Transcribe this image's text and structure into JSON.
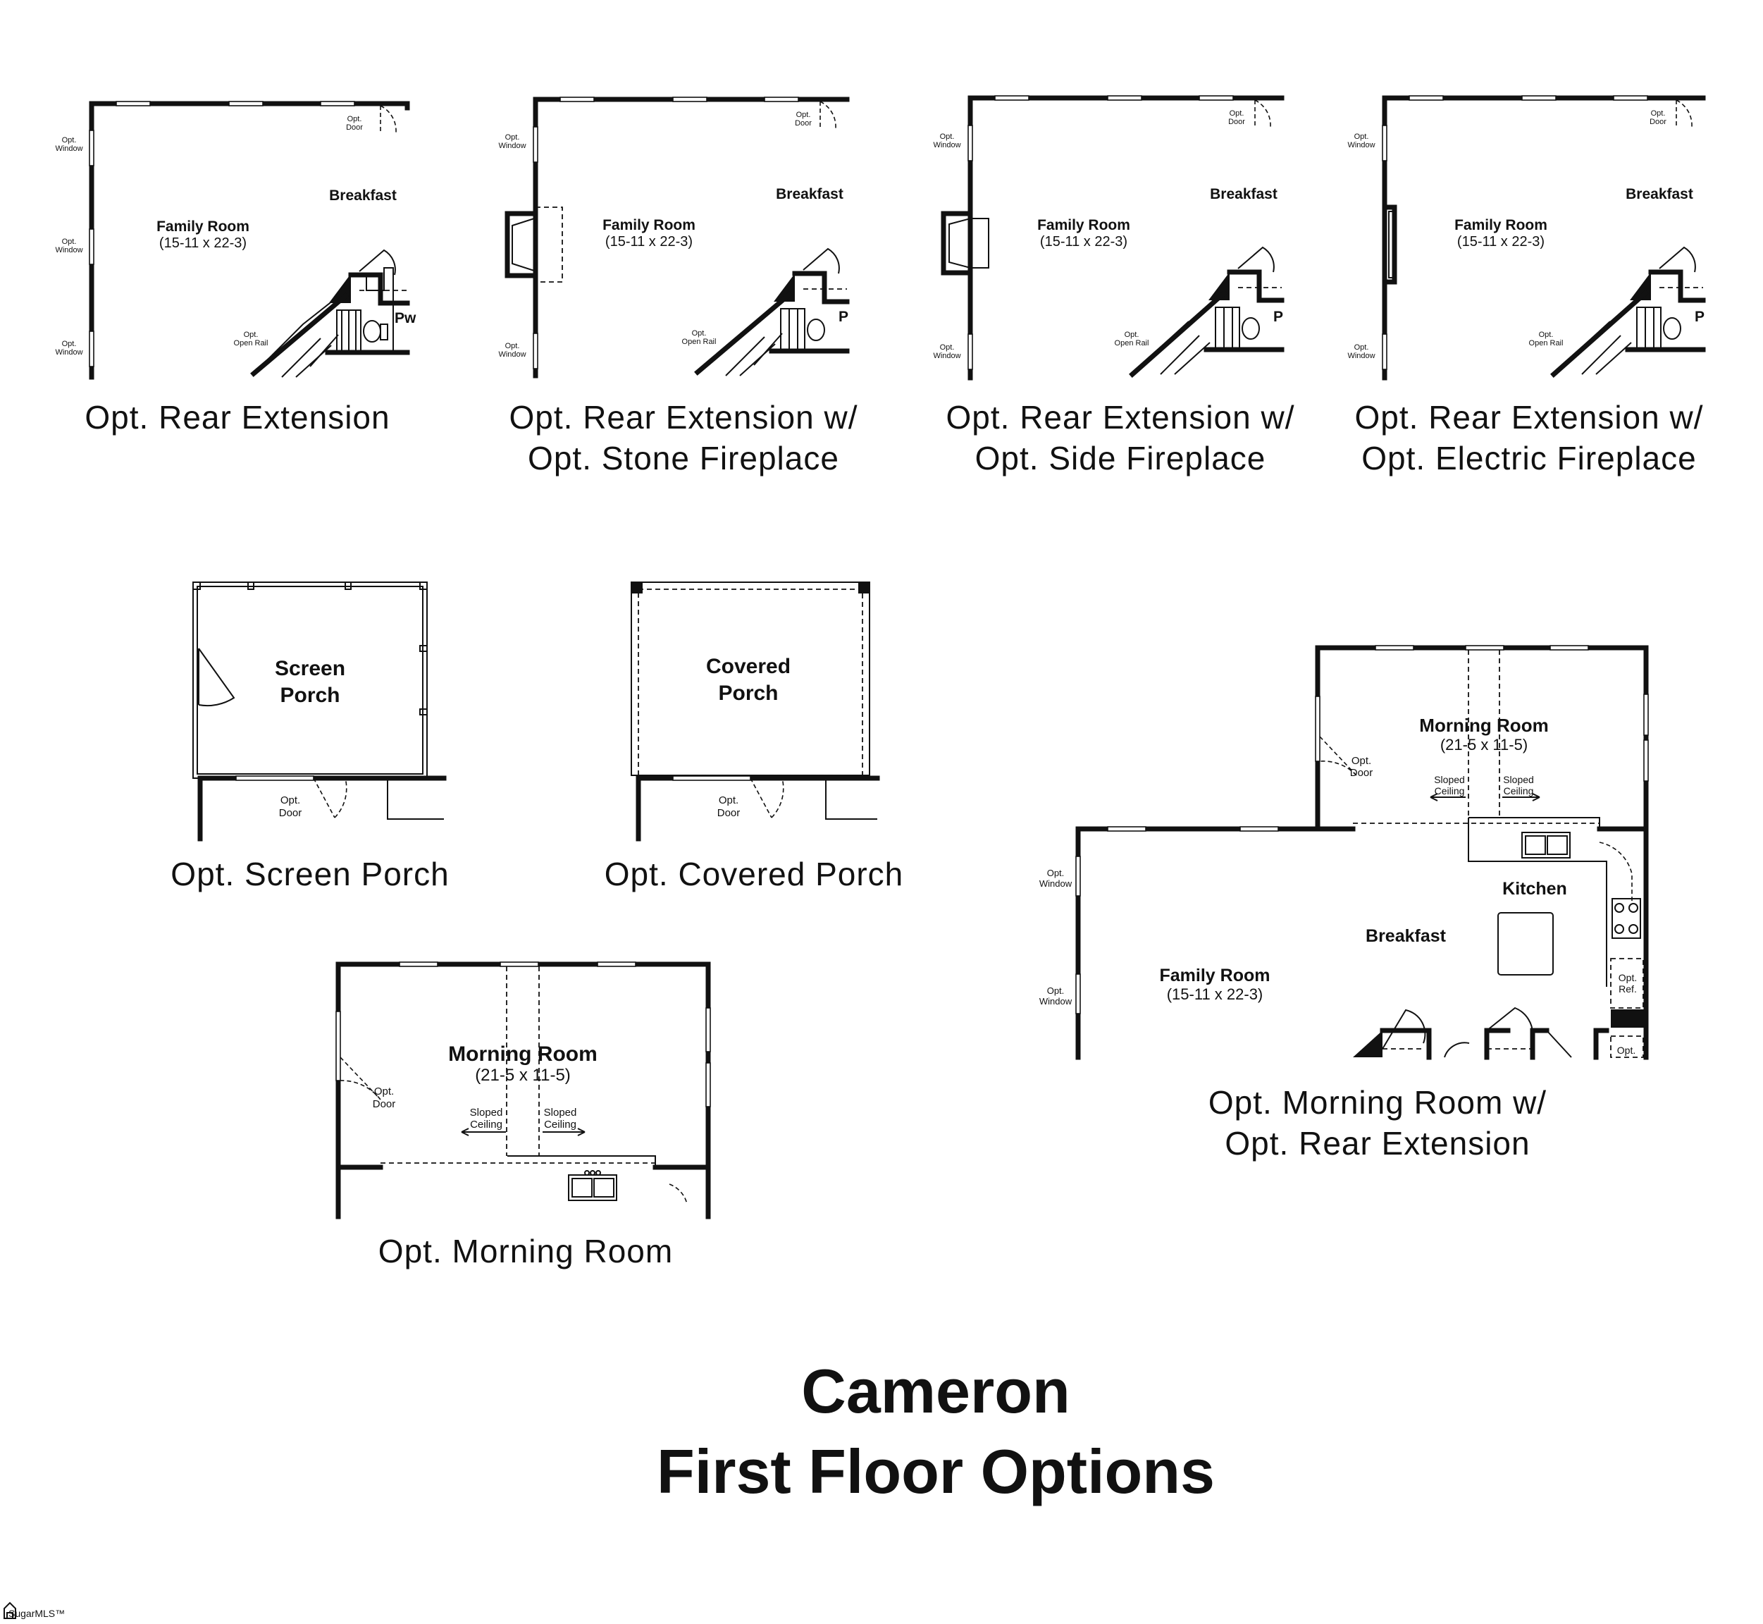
{
  "panels": {
    "rear_ext": {
      "caption": [
        "Opt. Rear Extension"
      ],
      "family_room": "Family Room",
      "family_dim": "(15-11 x 22-3)",
      "breakfast": "Breakfast",
      "opt_door": [
        "Opt.",
        "Door"
      ],
      "opt_window": [
        "Opt.",
        "Window"
      ],
      "open_rail": [
        "Opt.",
        "Open Rail"
      ],
      "powder": "Pw"
    },
    "stone_fp": {
      "caption": [
        "Opt. Rear Extension w/",
        "Opt. Stone Fireplace"
      ],
      "family_room": "Family Room",
      "family_dim": "(15-11 x 22-3)",
      "breakfast": "Breakfast",
      "opt_door": [
        "Opt.",
        "Door"
      ],
      "opt_window": [
        "Opt.",
        "Window"
      ],
      "open_rail": [
        "Opt.",
        "Open Rail"
      ],
      "powder": "P"
    },
    "side_fp": {
      "caption": [
        "Opt. Rear Extension w/",
        "Opt. Side Fireplace"
      ],
      "family_room": "Family Room",
      "family_dim": "(15-11 x 22-3)",
      "breakfast": "Breakfast",
      "opt_door": [
        "Opt.",
        "Door"
      ],
      "opt_window": [
        "Opt.",
        "Window"
      ],
      "open_rail": [
        "Opt.",
        "Open Rail"
      ],
      "powder": "P"
    },
    "electric_fp": {
      "caption": [
        "Opt. Rear Extension w/",
        "Opt. Electric Fireplace"
      ],
      "family_room": "Family Room",
      "family_dim": "(15-11 x 22-3)",
      "breakfast": "Breakfast",
      "opt_door": [
        "Opt.",
        "Door"
      ],
      "opt_window": [
        "Opt.",
        "Window"
      ],
      "open_rail": [
        "Opt.",
        "Open Rail"
      ],
      "powder": "P"
    },
    "screen_porch": {
      "caption": [
        "Opt. Screen Porch"
      ],
      "room": [
        "Screen",
        "Porch"
      ],
      "opt_door": [
        "Opt.",
        "Door"
      ]
    },
    "covered_porch": {
      "caption": [
        "Opt. Covered Porch"
      ],
      "room": [
        "Covered",
        "Porch"
      ],
      "opt_door": [
        "Opt.",
        "Door"
      ]
    },
    "morning_room": {
      "caption": [
        "Opt. Morning Room"
      ],
      "room": "Morning Room",
      "dim": "(21-5 x 11-5)",
      "opt_door": [
        "Opt.",
        "Door"
      ],
      "sloped": [
        "Sloped",
        "Ceiling"
      ]
    },
    "morning_ext": {
      "caption": [
        "Opt. Morning Room w/",
        "Opt. Rear Extension"
      ],
      "morning_room": "Morning Room",
      "morning_dim": "(21-5 x 11-5)",
      "opt_door": [
        "Opt.",
        "Door"
      ],
      "sloped": [
        "Sloped",
        "Ceiling"
      ],
      "kitchen": "Kitchen",
      "breakfast": "Breakfast",
      "family_room": "Family Room",
      "family_dim": "(15-11 x 22-3)",
      "opt_window": [
        "Opt.",
        "Window"
      ],
      "opt_ref": [
        "Opt.",
        "Ref."
      ],
      "opt_bottom": "Opt."
    }
  },
  "title": [
    "Cameron",
    "First Floor Options"
  ],
  "watermark": "SugarMLS™"
}
